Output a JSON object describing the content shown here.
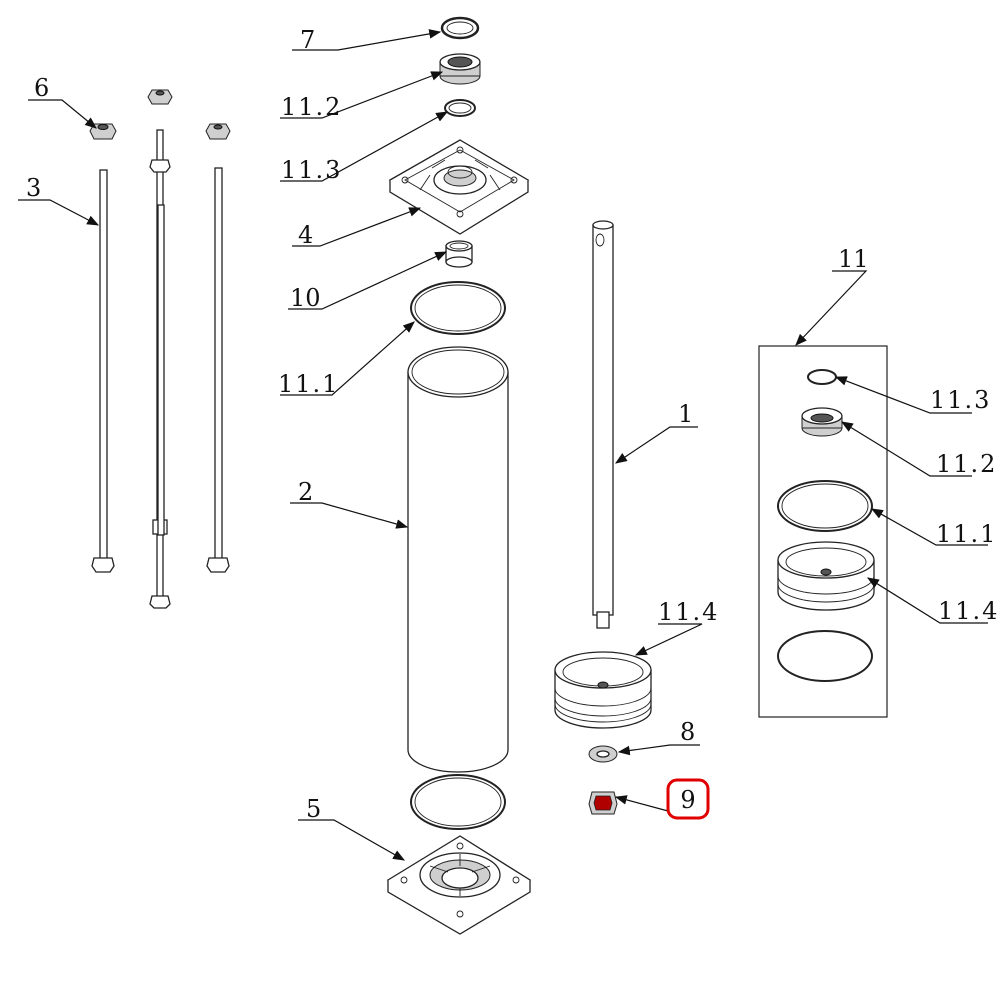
{
  "labels": {
    "l1": "1",
    "l2": "2",
    "l3": "3",
    "l4": "4",
    "l5": "5",
    "l6": "6",
    "l7": "7",
    "l8": "8",
    "l9": "9",
    "l10": "10",
    "l11": "11",
    "l11_1": "11.1",
    "l11_2": "11.2",
    "l11_3": "11.3",
    "l11_4": "11.4",
    "k11_1": "11.1",
    "k11_2": "11.2",
    "k11_3": "11.3",
    "k11_4": "11.4"
  },
  "colors": {
    "highlight": "#e00000",
    "line": "#111111"
  }
}
